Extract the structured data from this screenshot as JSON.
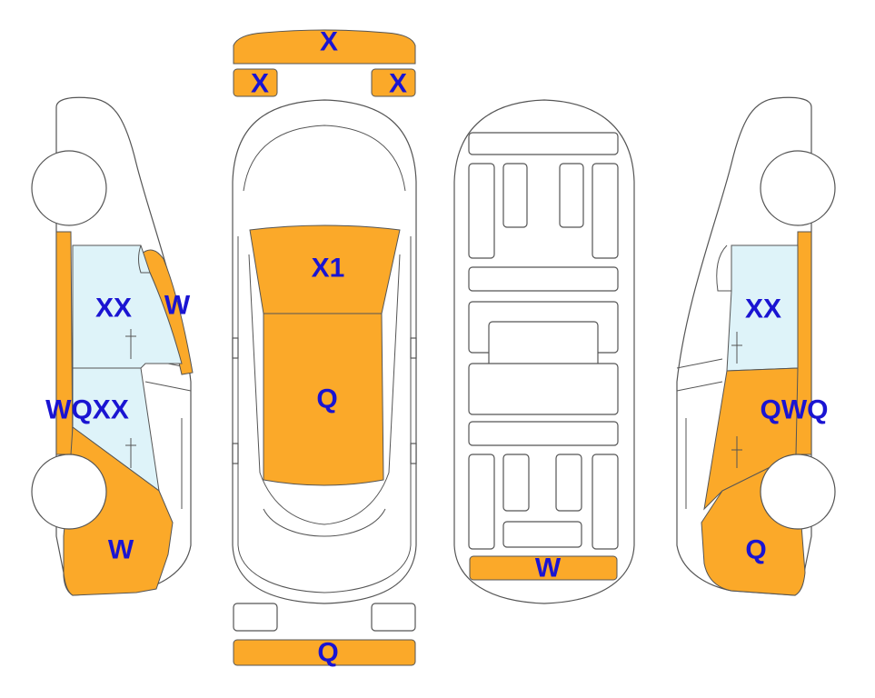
{
  "colors": {
    "damage_fill": "#FBA929",
    "code_text": "#1A14D2",
    "glass": "#DEF3F9",
    "outline": "#555555"
  },
  "front_bumper_code": "X",
  "left_headlight_code": "X",
  "right_headlight_code": "X",
  "hood_code": "X1",
  "roof_code": "Q",
  "rear_bumper_code": "Q",
  "trunk_floor_code": "W",
  "left_side": {
    "front_window_code": "XX",
    "a_pillar_code": "W",
    "door_code": "WQXX",
    "rear_fender_code": "W"
  },
  "right_side": {
    "window_code": "XX",
    "door_code": "QWQ",
    "rear_fender_code": "Q"
  }
}
